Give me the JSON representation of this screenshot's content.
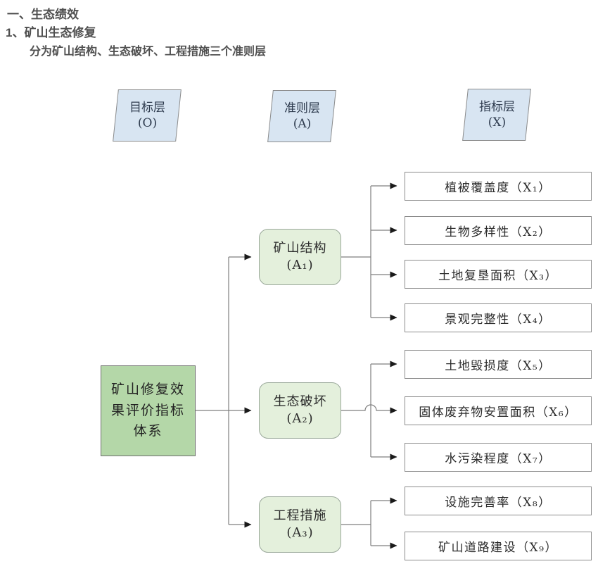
{
  "headings": {
    "line1": "一、生态绩效",
    "line2": "1、矿山生态修复",
    "line3": "分为矿山结构、生态破坏、工程措施三个准则层"
  },
  "diagram": {
    "layers": [
      {
        "label": "目标层",
        "code": "(O)"
      },
      {
        "label": "准则层",
        "code": "(A)"
      },
      {
        "label": "指标层",
        "code": "(X)"
      }
    ],
    "goal": {
      "label": "矿山修复效果评价指标体系"
    },
    "criteria": [
      {
        "label": "矿山结构",
        "code": "(A₁)"
      },
      {
        "label": "生态破坏",
        "code": "(A₂)"
      },
      {
        "label": "工程措施",
        "code": "(A₃)"
      }
    ],
    "indicators": [
      "植被覆盖度（X₁）",
      "生物多样性（X₂）",
      "土地复垦面积（X₃）",
      "景观完整性（X₄）",
      "土地毁损度（X₅）",
      "固体废弃物安置面积（X₆）",
      "水污染程度（X₇）",
      "设施完善率（X₈）",
      "矿山道路建设（X₉）"
    ],
    "colors": {
      "layer_fill": "#d8e5f2",
      "goal_fill": "#b4d7a8",
      "criteria_fill": "#e4f0dc",
      "indicator_fill": "#ffffff",
      "line": "#7f7f7f",
      "arrow": "#1a1a1a",
      "heading_text": "#4f4f4f"
    }
  }
}
